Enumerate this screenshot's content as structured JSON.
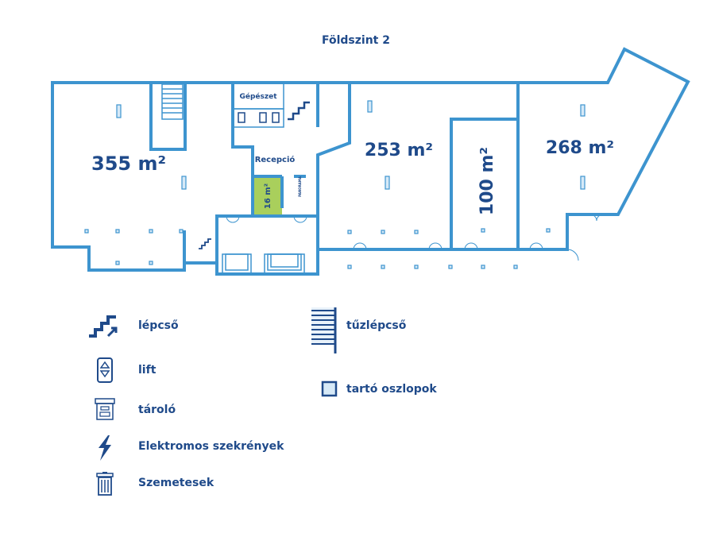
{
  "title": "Földszint 2",
  "rooms": [
    {
      "area": "355 m²"
    },
    {
      "area": "253 m²"
    },
    {
      "area": "100 m²"
    },
    {
      "area": "268 m²"
    },
    {
      "area": "16 m²"
    }
  ],
  "labels": {
    "gepeszet": "Gépészet",
    "recepcio": "Recepció",
    "logo": "PANORAMA"
  },
  "legend": [
    {
      "icon": "stairs-icon",
      "label": "lépcső"
    },
    {
      "icon": "lift-icon",
      "label": "lift"
    },
    {
      "icon": "storage-box-icon",
      "label": "tároló"
    },
    {
      "icon": "lightning-icon",
      "label": "Elektromos szekrények"
    },
    {
      "icon": "trash-bin-icon",
      "label": "Szemetesek"
    },
    {
      "icon": "fire-escape-icon",
      "label": "tűzlépcső"
    },
    {
      "icon": "column-square-icon",
      "label": "tartó oszlopok"
    }
  ],
  "colors": {
    "wall": "#3d94cf",
    "text": "#1f4a8a",
    "highlight": "#a9cf5c"
  }
}
